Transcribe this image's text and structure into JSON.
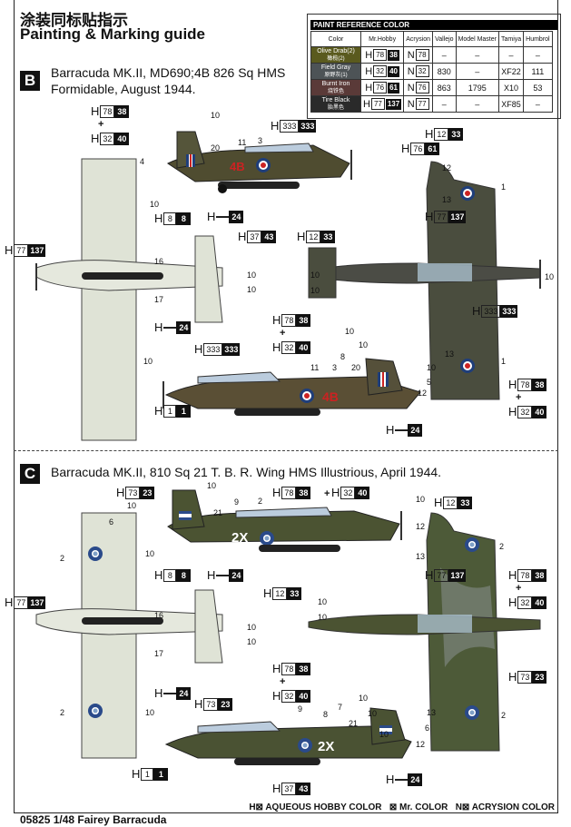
{
  "header": {
    "title_cn": "涂装同标贴指示",
    "title_en": "Painting & Marking guide"
  },
  "paint_table": {
    "title": "PAINT  REFERENCE COLOR",
    "headers": [
      "Color",
      "Mr.Hobby",
      "Acrysion",
      "Vallejo",
      "Model Master",
      "Tamiya",
      "Humbrol"
    ],
    "rows": [
      {
        "name": "Olive Drab(2)",
        "name_cn": "橄榄(2)",
        "swatch": "#5a5a1e",
        "h": "78",
        "m": "38",
        "n": "78",
        "vallejo": "–",
        "mm": "–",
        "tamiya": "–",
        "humbrol": "–"
      },
      {
        "name": "Field Gray",
        "name_cn": "原野灰(1)",
        "swatch": "#4d5356",
        "h": "32",
        "m": "40",
        "n": "32",
        "vallejo": "830",
        "mm": "–",
        "tamiya": "XF22",
        "humbrol": "111"
      },
      {
        "name": "Burnt Iron",
        "name_cn": "烧铁色",
        "swatch": "#5a3a38",
        "h": "76",
        "m": "61",
        "n": "76",
        "vallejo": "863",
        "mm": "1795",
        "tamiya": "X10",
        "humbrol": "53"
      },
      {
        "name": "Tire Black",
        "name_cn": "胎黑色",
        "swatch": "#2a2a2a",
        "h": "77",
        "m": "137",
        "n": "77",
        "vallejo": "–",
        "mm": "–",
        "tamiya": "XF85",
        "humbrol": "–"
      }
    ]
  },
  "section_b": {
    "letter": "B",
    "description": "Barracuda MK.II, MD690;4B 826 Sq HMS Formidable, August 1944.",
    "codes": "4B",
    "callouts": [
      {
        "h": "78",
        "m": "38"
      },
      {
        "h": "32",
        "m": "40"
      },
      {
        "h": "333",
        "m": "333"
      },
      {
        "h": "12",
        "m": "33"
      },
      {
        "h": "76",
        "m": "61"
      },
      {
        "h": "77",
        "m": "137"
      },
      {
        "h": "8",
        "m": "8"
      },
      {
        "h": "",
        "m": "24"
      },
      {
        "h": "77",
        "m": "137"
      },
      {
        "h": "37",
        "m": "43"
      },
      {
        "h": "12",
        "m": "33"
      },
      {
        "h": "",
        "m": "24"
      },
      {
        "h": "333",
        "m": "333"
      },
      {
        "h": "78",
        "m": "38"
      },
      {
        "h": "32",
        "m": "40"
      },
      {
        "h": "333",
        "m": "333"
      },
      {
        "h": "1",
        "m": "1"
      },
      {
        "h": "",
        "m": "24"
      },
      {
        "h": "78",
        "m": "38"
      },
      {
        "h": "32",
        "m": "40"
      }
    ],
    "numbers": [
      "10",
      "3",
      "4",
      "20",
      "11",
      "12",
      "13",
      "1",
      "10",
      "10",
      "16",
      "10",
      "10",
      "17",
      "10",
      "10",
      "10",
      "10",
      "3",
      "11",
      "8",
      "10",
      "20",
      "10",
      "5",
      "13",
      "1",
      "12"
    ]
  },
  "section_c": {
    "letter": "C",
    "description": "Barracuda MK.II, 810 Sq 21 T. B. R. Wing HMS Illustrious, April 1944.",
    "codes": "2X",
    "callouts": [
      {
        "h": "73",
        "m": "23"
      },
      {
        "h": "78",
        "m": "38"
      },
      {
        "h": "32",
        "m": "40"
      },
      {
        "h": "12",
        "m": "33"
      },
      {
        "h": "77",
        "m": "137"
      },
      {
        "h": "8",
        "m": "8"
      },
      {
        "h": "",
        "m": "24"
      },
      {
        "h": "77",
        "m": "137"
      },
      {
        "h": "12",
        "m": "33"
      },
      {
        "h": "78",
        "m": "38"
      },
      {
        "h": "32",
        "m": "40"
      },
      {
        "h": "",
        "m": "24"
      },
      {
        "h": "73",
        "m": "23"
      },
      {
        "h": "78",
        "m": "38"
      },
      {
        "h": "32",
        "m": "40"
      },
      {
        "h": "73",
        "m": "23"
      },
      {
        "h": "1",
        "m": "1"
      },
      {
        "h": "37",
        "m": "43"
      },
      {
        "h": "",
        "m": "24"
      }
    ],
    "numbers": [
      "10",
      "10",
      "6",
      "21",
      "9",
      "2",
      "10",
      "2",
      "10",
      "12",
      "2",
      "13",
      "16",
      "10",
      "17",
      "10",
      "10",
      "10",
      "2",
      "10",
      "9",
      "21",
      "8",
      "7",
      "10",
      "10",
      "13",
      "2",
      "12",
      "6",
      "10"
    ]
  },
  "legend": {
    "h": "H⊠ AQUEOUS HOBBY COLOR",
    "m": "⊠ Mr. COLOR",
    "n": "N⊠ ACRYSION COLOR"
  },
  "footer": {
    "product": "05825 1/48  Fairey Barracuda"
  }
}
